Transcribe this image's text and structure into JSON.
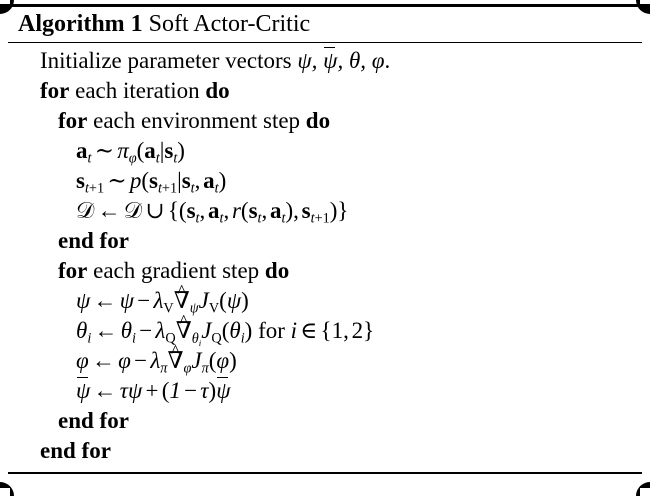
{
  "document": {
    "type": "algorithm-block",
    "background_color": "#ffffff",
    "text_color": "#000000"
  },
  "header": {
    "keyword": "Algorithm 1",
    "name": "Soft Actor-Critic",
    "full_title": "Algorithm 1 Soft Actor-Critic"
  },
  "lines": [
    {
      "id": "initialize",
      "indent": 1,
      "text": "Initialize parameter vectors ψ, ψ̄, θ, φ.",
      "lead": "Initialize parameter vectors",
      "symbols": [
        "ψ",
        "ψ̄",
        "θ",
        "φ"
      ]
    },
    {
      "id": "for-iteration",
      "indent": 1,
      "text": "for each iteration do",
      "kw_start": "for",
      "middle": "each iteration",
      "kw_end": "do"
    },
    {
      "id": "for-env-step",
      "indent": 2,
      "text": "for each environment step do",
      "kw_start": "for",
      "middle": "each environment step",
      "kw_end": "do"
    },
    {
      "id": "sample-action",
      "indent": 3,
      "text": "a_t ~ π_φ(a_t|s_t)"
    },
    {
      "id": "sample-next-state",
      "indent": 3,
      "text": "s_{t+1} ~ p(s_{t+1}|s_t, a_t)"
    },
    {
      "id": "update-buffer",
      "indent": 3,
      "text": "D ← D ∪ {(s_t, a_t, r(s_t, a_t), s_{t+1})}"
    },
    {
      "id": "end-for-env",
      "indent": 2,
      "text": "end for"
    },
    {
      "id": "for-gradient-step",
      "indent": 2,
      "text": "for each gradient step do",
      "kw_start": "for",
      "middle": "each gradient step",
      "kw_end": "do"
    },
    {
      "id": "update-psi",
      "indent": 3,
      "text": "ψ ← ψ − λ_V ∇̂_ψ J_V(ψ)"
    },
    {
      "id": "update-theta",
      "indent": 3,
      "text": "θ_i ← θ_i − λ_Q ∇̂_{θ_i} J_Q(θ_i) for i ∈ {1,2}",
      "trailing_roman": "for i ∈ {1, 2}"
    },
    {
      "id": "update-phi",
      "indent": 3,
      "text": "φ ← φ − λ_π ∇̂_φ J_π(φ)"
    },
    {
      "id": "update-psi-bar",
      "indent": 3,
      "text": "ψ̄ ← τψ + (1 − τ)ψ̄"
    },
    {
      "id": "end-for-gradient",
      "indent": 2,
      "text": "end for"
    },
    {
      "id": "end-for-iteration",
      "indent": 1,
      "text": "end for"
    }
  ],
  "keywords": {
    "for": "for",
    "do": "do",
    "end_for": "end for",
    "roman_for": "for"
  },
  "text_fragments": {
    "initialize_lead": "Initialize parameter vectors",
    "each_iteration": "each iteration",
    "each_environment_step": "each environment step",
    "each_gradient_step": "each gradient step"
  }
}
